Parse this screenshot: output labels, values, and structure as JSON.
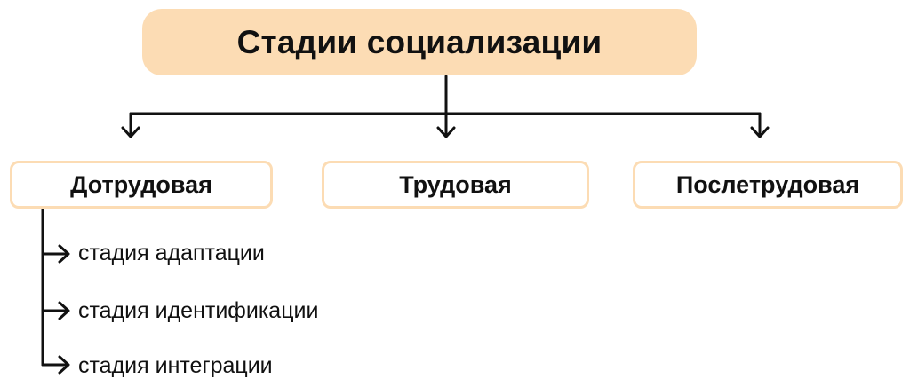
{
  "root": {
    "title": "Стадии социализации"
  },
  "stages": [
    {
      "label": "Дотрудовая"
    },
    {
      "label": "Трудовая"
    },
    {
      "label": "Послетрудовая"
    }
  ],
  "substages": [
    {
      "label": "стадия адаптации"
    },
    {
      "label": "стадия идентификации"
    },
    {
      "label": "стадия интеграции"
    }
  ],
  "colors": {
    "root_fill": "#fcdcb4",
    "stage_border": "#fcdcb4",
    "line": "#111111"
  }
}
